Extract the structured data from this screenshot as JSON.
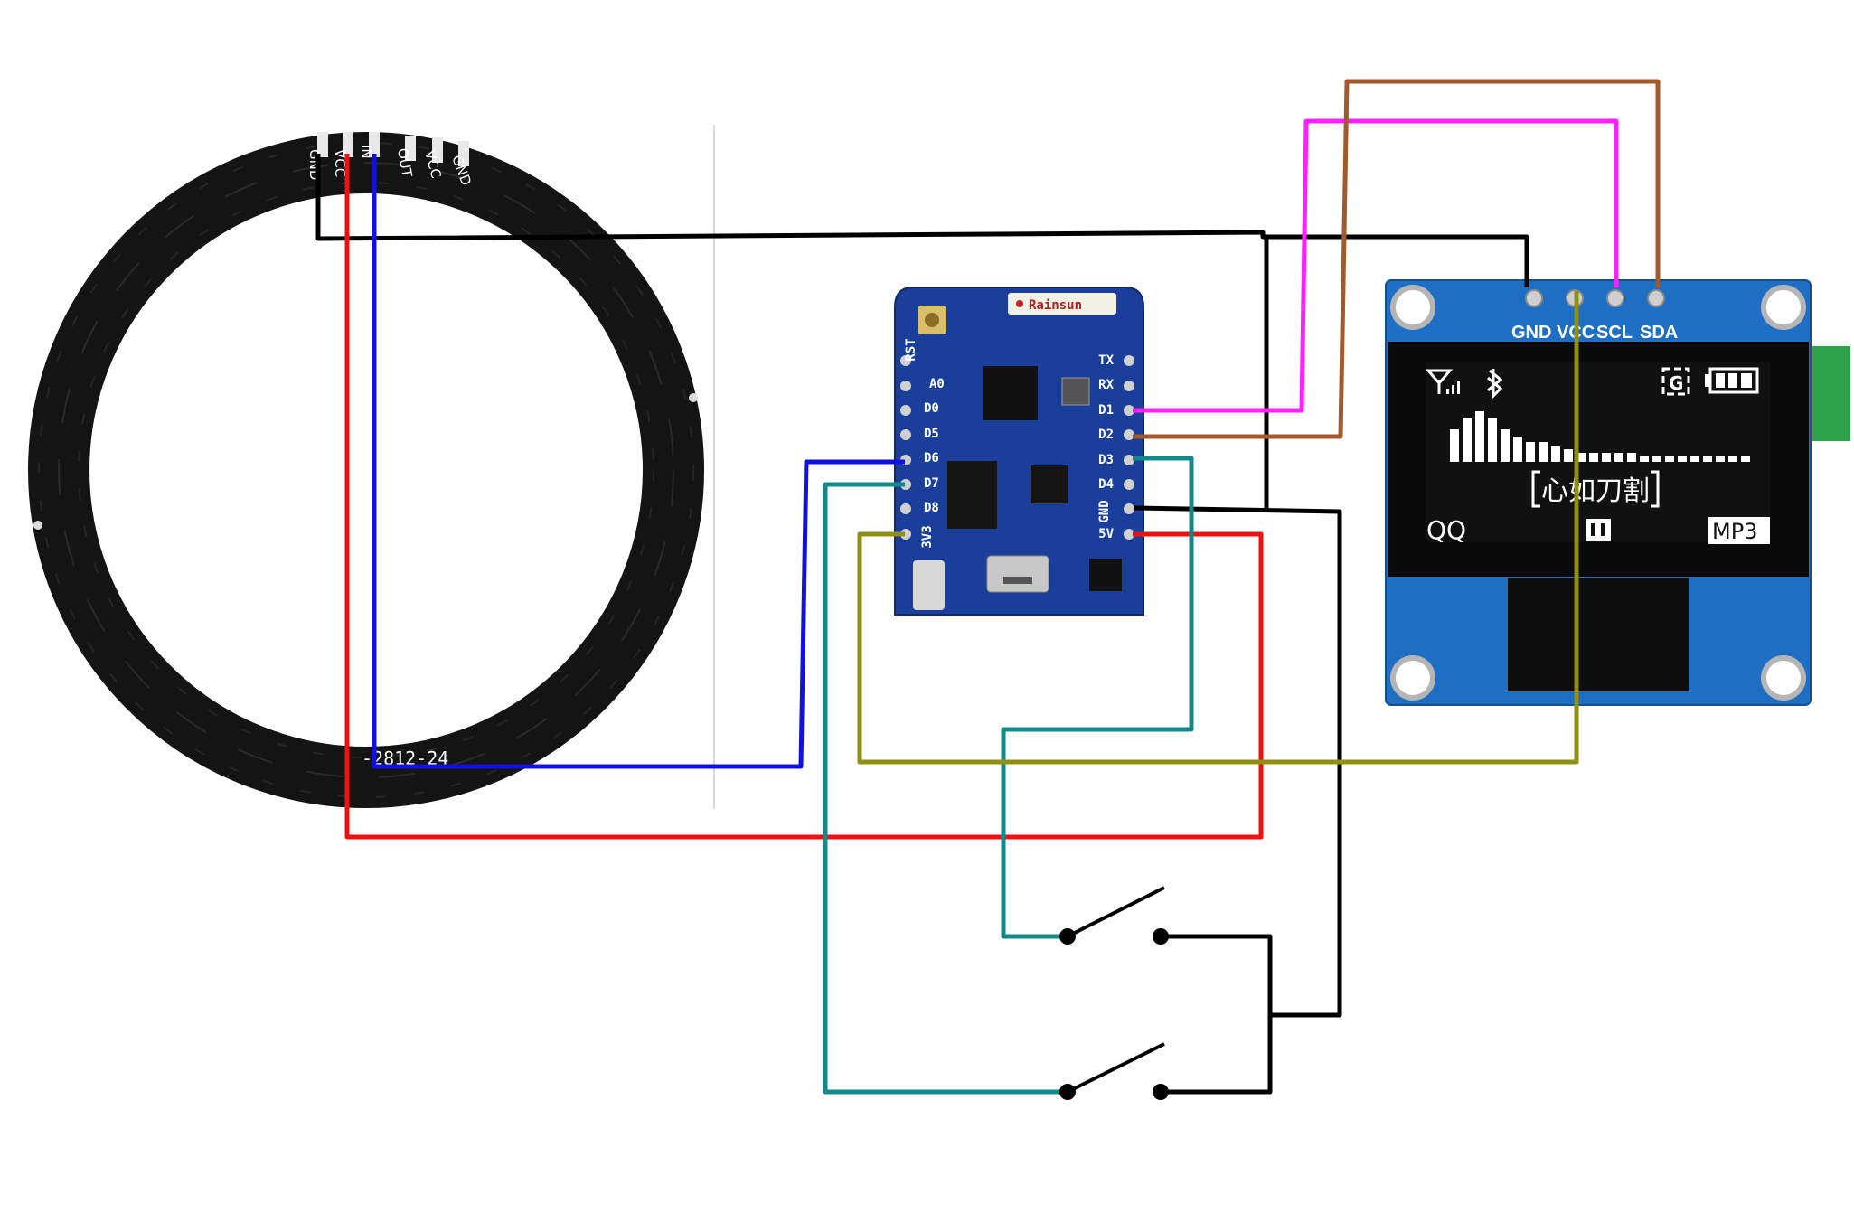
{
  "ring": {
    "model_label": "-2812-24",
    "pads": [
      "GND",
      "VCC",
      "IN",
      "OUT",
      "VCC",
      "GND"
    ]
  },
  "wemos": {
    "brand": "Rainsun",
    "left_pins": [
      "RST",
      "A0",
      "D0",
      "D5",
      "D6",
      "D7",
      "D8",
      "3V3"
    ],
    "right_pins": [
      "TX",
      "RX",
      "D1",
      "D2",
      "D3",
      "D4",
      "GND",
      "5V"
    ]
  },
  "oled": {
    "pins": [
      "GND",
      "VCC",
      "SCL",
      "SDA"
    ],
    "screen": {
      "song": "心如刀割",
      "left_label": "QQ",
      "right_label": "MP3",
      "g_label": "G"
    }
  },
  "colors": {
    "gnd": "#000000",
    "vcc": "#ee1111",
    "data": "#1010e0",
    "scl": "#ff22ff",
    "sda": "#a05a2c",
    "button1": "#138a8a",
    "button2": "#138a8a",
    "oled_vcc": "#8f8f12",
    "pcb_blue": "#1a3f9a",
    "oled_board": "#1e6fc4"
  }
}
